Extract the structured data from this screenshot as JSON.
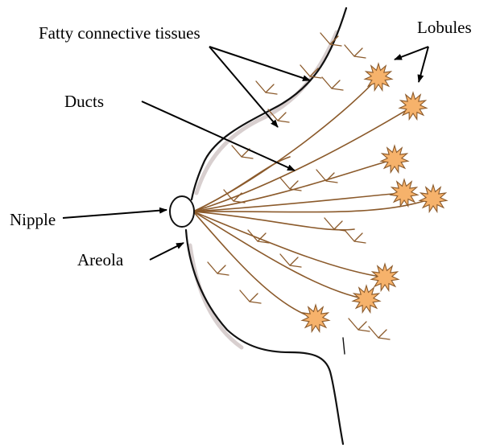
{
  "labels": {
    "fatty": "Fatty connective tissues",
    "lobules": "Lobules",
    "ducts": "Ducts",
    "nipple": "Nipple",
    "areola": "Areola"
  },
  "colors": {
    "duct": "#8b5a2b",
    "fat": "#8b5a2b",
    "lobule_fill": "#f6b26b",
    "lobule_stroke": "#8b5a2b",
    "outline": "#111111",
    "shading": "#b8a8a8"
  }
}
